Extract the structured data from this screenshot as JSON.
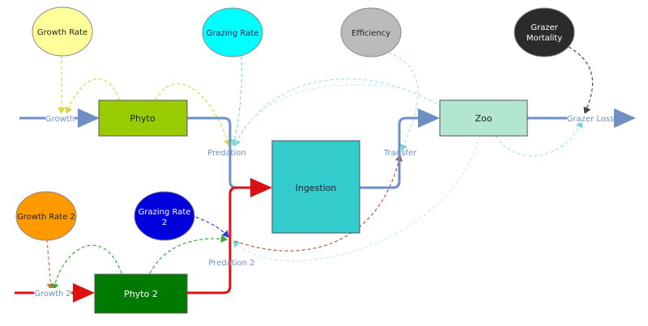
{
  "stocks": {
    "phyto": {
      "label": "Phyto",
      "fill": "#99cc00"
    },
    "zoo": {
      "label": "Zoo",
      "fill": "#b3e6d0"
    },
    "ingestion": {
      "label": "Ingestion",
      "fill": "#33cccc"
    },
    "phyto2": {
      "label": "Phyto 2",
      "fill": "#007a00"
    }
  },
  "flows": {
    "growth": {
      "label": "Growth"
    },
    "predation": {
      "label": "Predation"
    },
    "transfer": {
      "label": "Transfer"
    },
    "grazer_loss": {
      "label": "Grazer Loss"
    },
    "growth2": {
      "label": "Growth 2"
    },
    "predation2": {
      "label": "Predation 2"
    }
  },
  "parameters": {
    "growth_rate": {
      "label": "Growth Rate",
      "fill": "#ffff99"
    },
    "grazing_rate": {
      "label": "Grazing Rate",
      "fill": "#00ffff"
    },
    "efficiency": {
      "label": "Efficiency",
      "fill": "#bbbbbb"
    },
    "grazer_mortality": {
      "label_line1": "Grazer",
      "label_line2": "Mortality",
      "fill": "#2b2b2b"
    },
    "growth_rate2": {
      "label": "Growth Rate 2",
      "fill": "#ff9900"
    },
    "grazing_rate2": {
      "label_line1": "Grazing Rate",
      "label_line2": "2",
      "fill": "#0000dd"
    }
  },
  "colors": {
    "flow_blue": "#6f8fc4",
    "flow_red": "#dd1111",
    "link_yellow": "#d8d84a",
    "link_cyan": "#a9e3e3",
    "link_green": "#3aa83a",
    "link_orange": "#d2743a",
    "link_blue": "#2244cc",
    "link_dark": "#555555"
  }
}
